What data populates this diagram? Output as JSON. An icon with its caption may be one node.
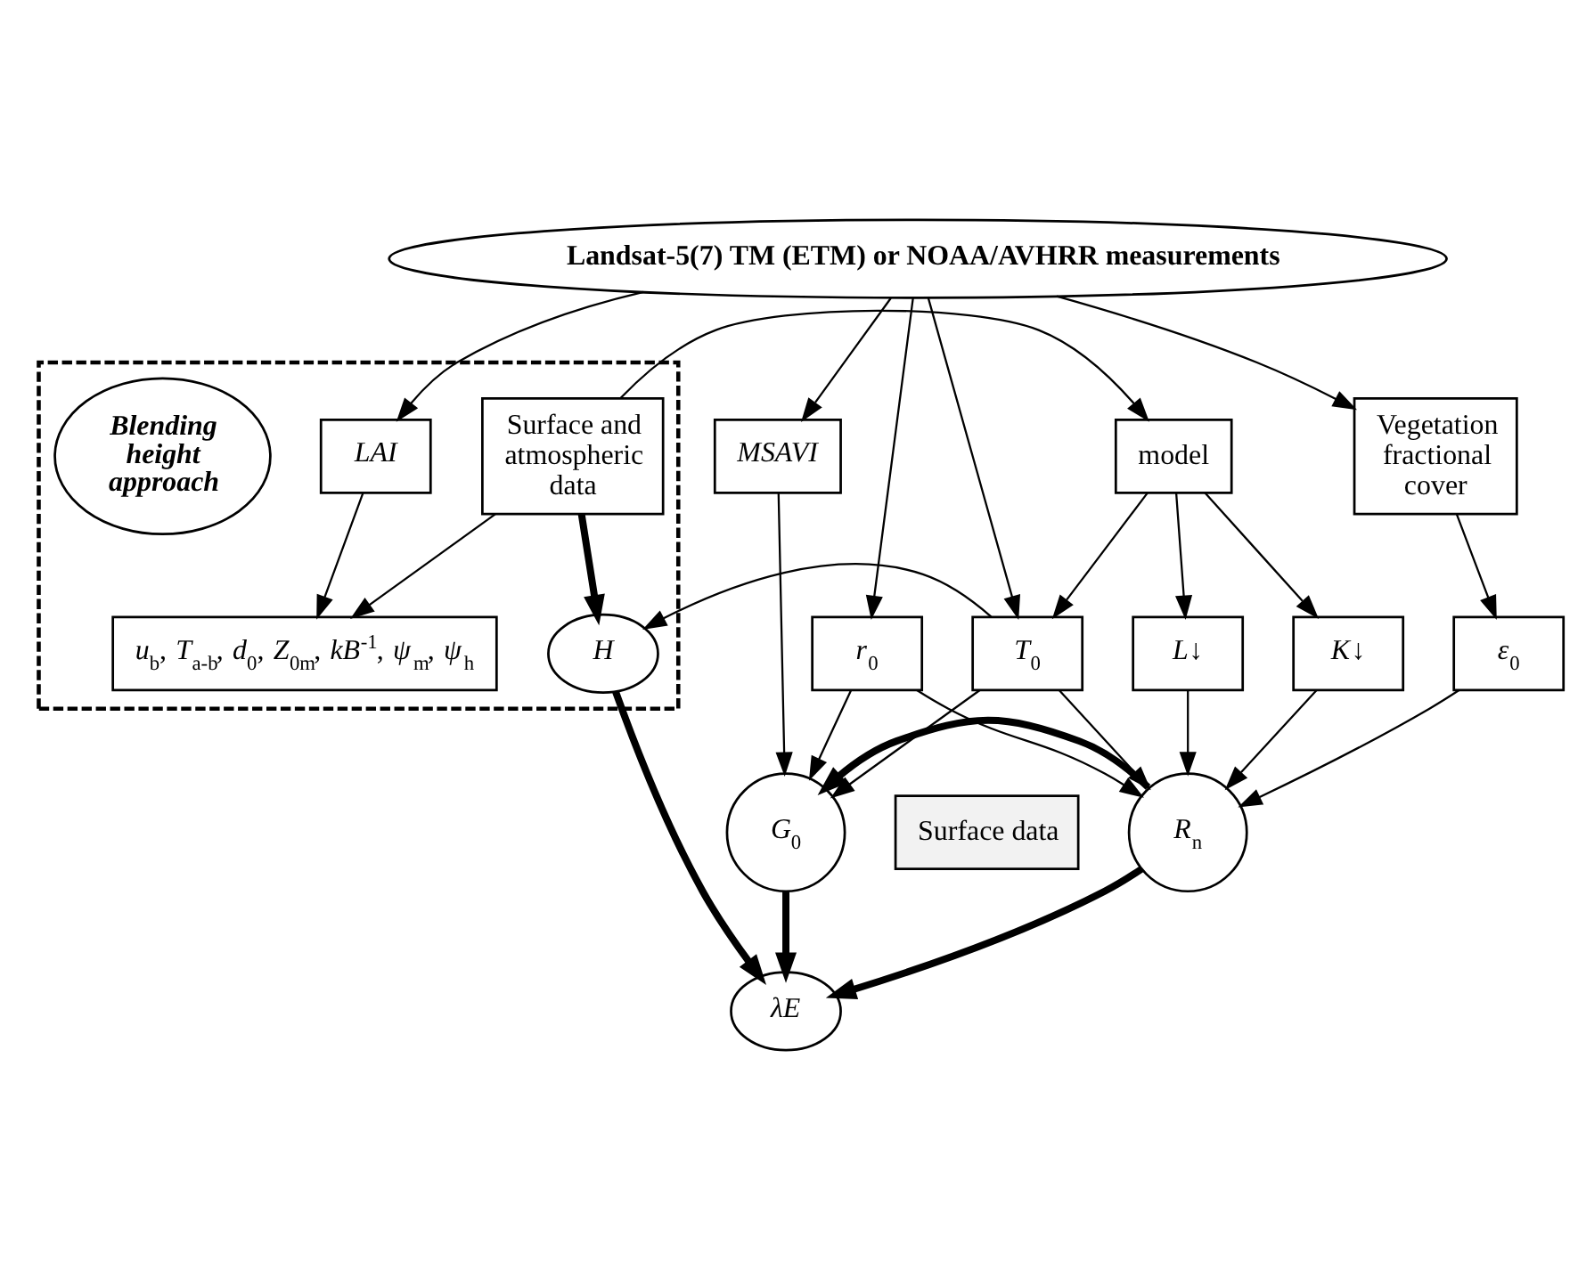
{
  "diagram": {
    "nodes": [
      {
        "text": [
          "Landsat-5(7) TM (ETM) or NOAA/AVHRR measurements"
        ]
      },
      {
        "text": [],
        "shape": "box"
      },
      {
        "text": [
          "Vegetation fractional cover"
        ]
      },
      {
        "text": [
          "model"
        ]
      },
      {
        "text": [
          "Surface and atmospheric data"
        ],
        "in": 1
      },
      {
        "text": [
          "LAI"
        ],
        "in": 1
      },
      {
        "text": [
          "MSAVI"
        ]
      },
      {
        "text": [
          "*ε*$_{0}$"
        ]
      },
      {
        "text": [
          "*r*$_{0}$"
        ]
      },
      {
        "text": [
          "*T*$_{0}$"
        ]
      },
      {
        "text": [
          "*K*↓"
        ]
      },
      {
        "text": [
          "*L*↓"
        ]
      },
      {
        "text": [
          "*u*$_{b}$, *T*$_{a-b}$, *d*$_{0}$, *Z*$_{0m}$, *kB*$^{-1}$, *ψ*$_{m}$, *ψ*$_{h}$"
        ],
        "in": 1
      },
      {
        "text": [
          "Blending height approach"
        ],
        "in": 1
      },
      {
        "text": [
          "*G*$_{0}$"
        ]
      },
      {
        "text": [
          "Surface data"
        ]
      },
      {
        "text": [
          "*R*$_{n}$"
        ]
      },
      {
        "text": [
          "H"
        ],
        "in": 1
      },
      {
        "text": [
          "λE"
        ]
      }
    ],
    "edges": [
      {
        "from": 0,
        "to": 6,
        "arrow": "to"
      },
      {
        "from": 0,
        "to": 2,
        "arrow": "to"
      },
      {
        "from": 0,
        "to": 8,
        "arrow": "to"
      },
      {
        "from": 0,
        "to": 9,
        "arrow": "to"
      },
      {
        "from": 0,
        "to": 5,
        "arrow": "to"
      },
      {
        "from": 4,
        "to": 3,
        "arrow": "to"
      },
      {
        "from": 3,
        "to": 9,
        "arrow": "to"
      },
      {
        "from": 2,
        "to": 7,
        "arrow": "to"
      },
      {
        "from": 3,
        "to": 10,
        "arrow": "to"
      },
      {
        "from": 3,
        "to": 11,
        "arrow": "to"
      },
      {
        "from": 4,
        "to": 12,
        "arrow": "to"
      },
      {
        "from": 5,
        "to": 12,
        "arrow": "to"
      },
      {
        "from": 4,
        "to": 17,
        "arrow": "to",
        "style": "thick"
      },
      {
        "from": 6,
        "to": 14,
        "arrow": "to"
      },
      {
        "from": 7,
        "to": 16,
        "arrow": "to"
      },
      {
        "from": 8,
        "to": 14,
        "arrow": "to"
      },
      {
        "from": 8,
        "to": 16,
        "arrow": "to"
      },
      {
        "from": 9,
        "to": 14,
        "arrow": "to"
      },
      {
        "from": 9,
        "to": 16,
        "arrow": "to"
      },
      {
        "from": 9,
        "to": 17,
        "arrow": "to"
      },
      {
        "from": 10,
        "to": 16,
        "arrow": "to"
      },
      {
        "from": 11,
        "to": 16,
        "arrow": "to"
      },
      {
        "from": 16,
        "to": 14,
        "arrow": "to",
        "style": "thick"
      },
      {
        "from": 14,
        "to": 18,
        "arrow": "to",
        "style": "thick"
      },
      {
        "from": 16,
        "to": 18,
        "arrow": "to",
        "style": "thick"
      },
      {
        "from": 17,
        "to": 18,
        "arrow": "to",
        "style": "thick"
      }
    ]
  }
}
